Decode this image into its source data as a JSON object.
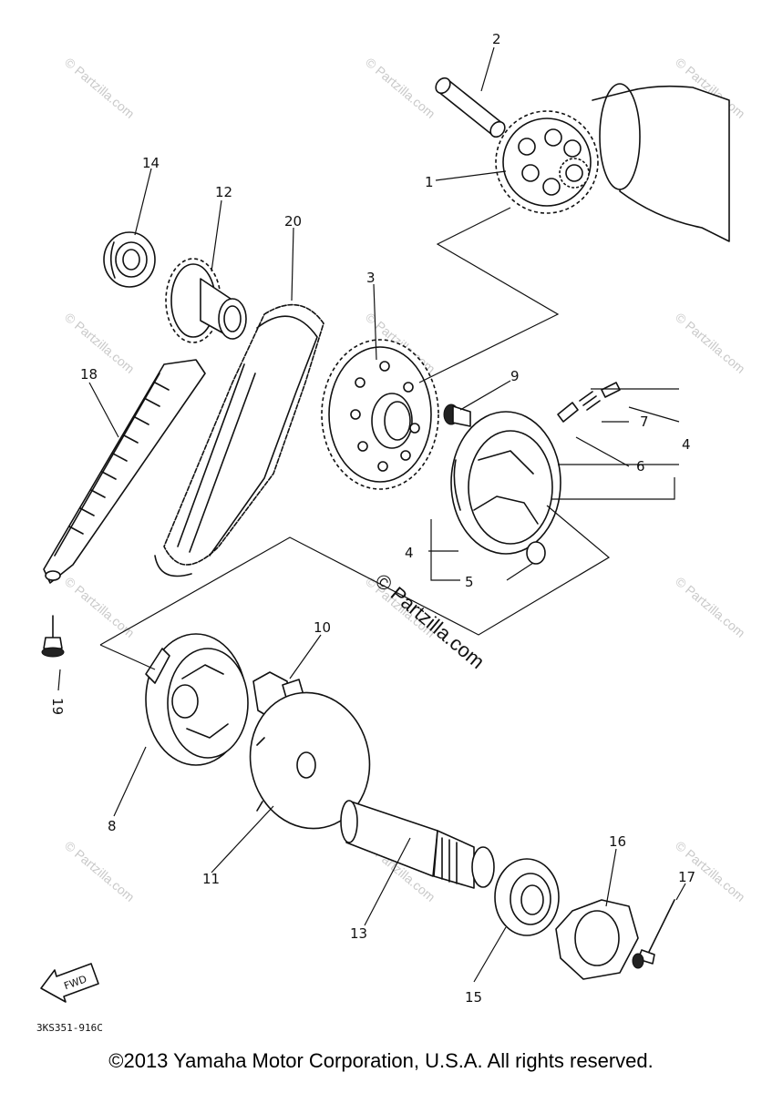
{
  "diagram": {
    "callouts": [
      "1",
      "2",
      "3",
      "4",
      "5",
      "6",
      "7",
      "4",
      "8",
      "9",
      "10",
      "11",
      "12",
      "13",
      "14",
      "15",
      "16",
      "17",
      "18",
      "19",
      "20"
    ],
    "fwd_label": "FWD",
    "drawing_code": "3KS351-916C",
    "watermarks": [
      "© Partzilla.com",
      "© Partzilla.com",
      "© Partzilla.com",
      "© Partzilla.com",
      "© Partzilla.com",
      "© Partzilla.com",
      "© Partzilla.com",
      "© Partzilla.com",
      "© Partzilla.com",
      "© Partzilla.com",
      "© Partzilla.com",
      "© Partzilla.com"
    ],
    "center_watermark": "© Partzilla.com"
  },
  "footer": {
    "copyright": "©2013 Yamaha Motor Corporation, U.S.A. All rights reserved."
  }
}
